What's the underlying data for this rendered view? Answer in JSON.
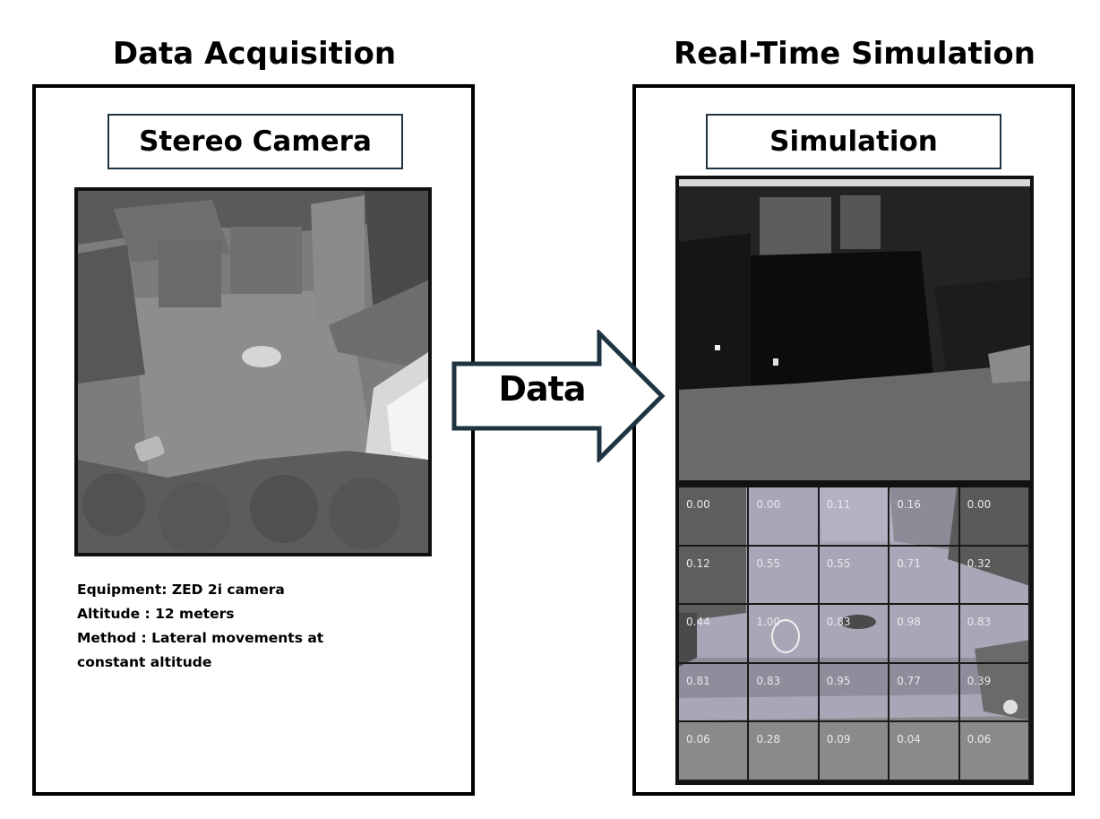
{
  "left_section": {
    "title": "Data Acquisition",
    "label": "Stereo Camera",
    "info": [
      "Equipment: ZED 2i camera",
      "Altitude : 12 meters",
      "Method : Lateral movements at",
      "constant altitude"
    ]
  },
  "arrow": {
    "label": "Data"
  },
  "right_section": {
    "title": "Real-Time Simulation",
    "label": "Simulation",
    "grid_values": [
      "0.00",
      "0.00",
      "0.11",
      "0.16",
      "0.00",
      "0.12",
      "0.55",
      "0.55",
      "0.71",
      "0.32",
      "0.44",
      "1.00",
      "0.83",
      "0.98",
      "0.83",
      "0.81",
      "0.83",
      "0.95",
      "0.77",
      "0.39",
      "0.06",
      "0.28",
      "0.09",
      "0.04",
      "0.06"
    ]
  },
  "colors": {
    "frame": "#000000",
    "label_border": "#1f3440",
    "arrow_stroke": "#1f3440"
  }
}
